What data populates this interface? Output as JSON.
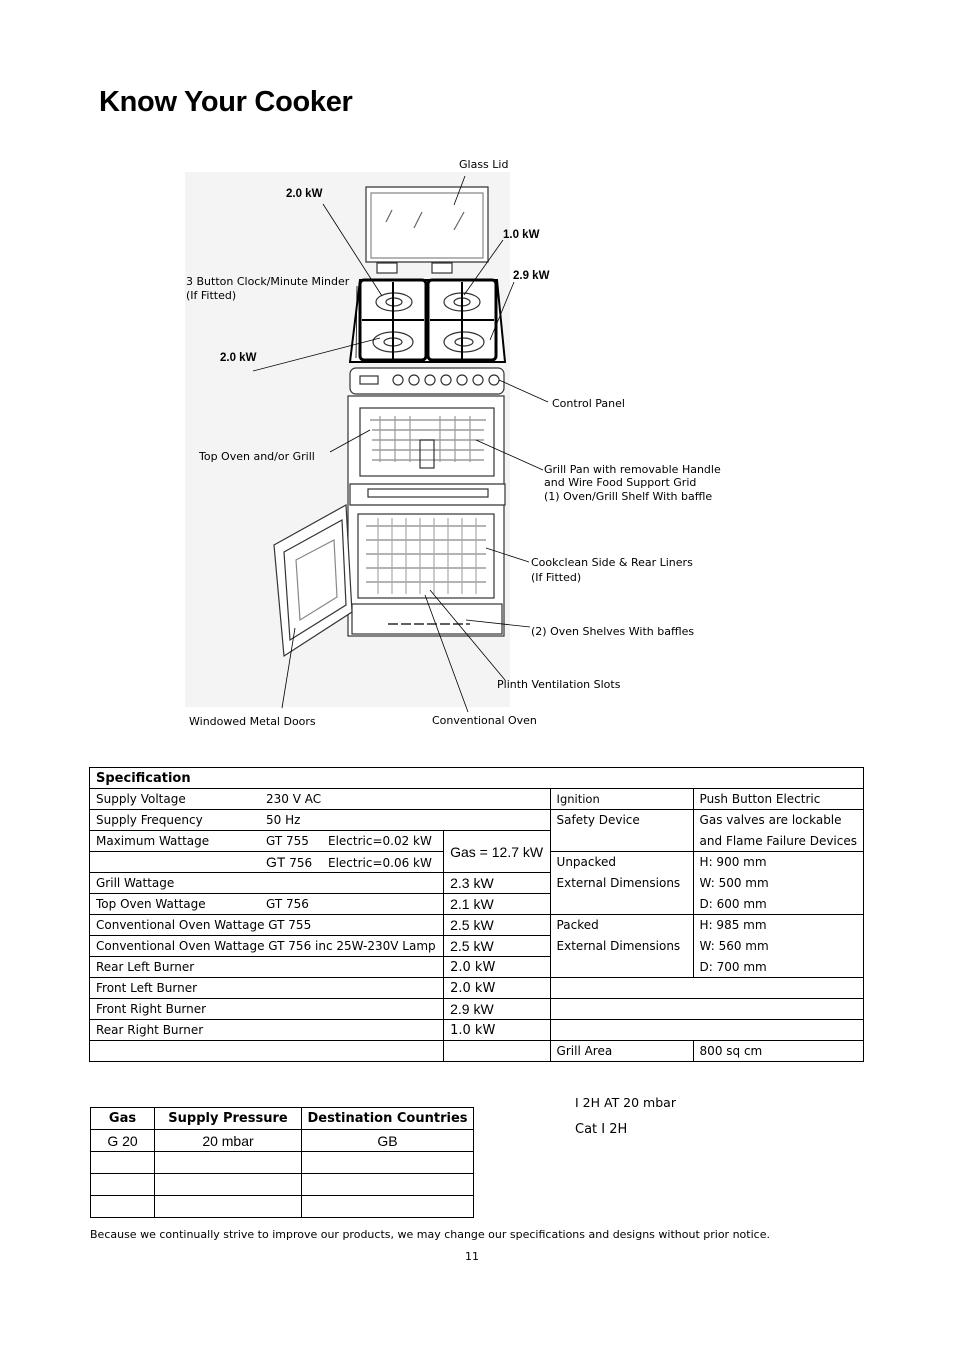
{
  "page": {
    "title": "Know Your Cooker",
    "page_number": "11",
    "footer": "Because we continually strive to improve our products, we may change our specifications and designs without prior notice."
  },
  "diagram": {
    "labels": {
      "glass_lid": "Glass Lid",
      "kw_top_left": "2.0 kW",
      "kw_rear_right": "1.0 kW",
      "kw_front_right": "2.9 kW",
      "clock_1": "3 Button Clock/Minute Minder",
      "clock_2": "(If Fitted)",
      "kw_front_left": "2.0 kW",
      "control_panel": "Control Panel",
      "top_oven": "Top Oven and/or Grill",
      "grill_pan_1": "Grill Pan with removable Handle",
      "grill_pan_2": "and Wire Food Support Grid",
      "grill_pan_3": "(1) Oven/Grill Shelf With baffle",
      "liners_1": "Cookclean Side & Rear Liners",
      "liners_2": "(If Fitted)",
      "shelves": "(2) Oven Shelves With baffles",
      "plinth": "Plinth Ventilation Slots",
      "doors": "Windowed Metal Doors",
      "conv_oven": "Conventional Oven"
    }
  },
  "spec": {
    "heading": "Specification",
    "supply_voltage": {
      "label": "Supply Voltage",
      "value": "230 V AC"
    },
    "supply_frequency": {
      "label": "Supply Frequency",
      "value": "50 Hz"
    },
    "max_wattage": {
      "label": "Maximum Wattage",
      "model1": "GT 755",
      "elec1": "Electric=0.02 kW",
      "model2_a": "GT",
      "model2_b": "756",
      "elec2": "Electric=0.06 kW",
      "gas": "Gas = 12.7 kW"
    },
    "grill_wattage": {
      "label": "Grill Wattage",
      "value": "2.3 kW"
    },
    "top_oven": {
      "label": "Top Oven Wattage",
      "model": "GT 756",
      "value": "2.1 kW"
    },
    "conv_755": {
      "label": "Conventional Oven Wattage GT 755",
      "value": "2.5 kW"
    },
    "conv_756": {
      "label": "Conventional Oven Wattage GT 756 inc 25W-230V Lamp",
      "value": "2.5 kW"
    },
    "rear_left": {
      "label": "Rear Left Burner",
      "value": "2.0 kW"
    },
    "front_left": {
      "label": "Front Left Burner",
      "value": "2.0 kW"
    },
    "front_right": {
      "label": "Front Right Burner",
      "value": "2.9 kW"
    },
    "rear_right": {
      "label": "Rear Right Burner",
      "value": "1.0 kW"
    },
    "ignition": {
      "label": "Ignition",
      "value": "Push Button Electric"
    },
    "safety": {
      "label": "Safety Device",
      "value1": "Gas valves are lockable",
      "value2": "and Flame Failure Devices"
    },
    "unpacked": {
      "label1": "Unpacked",
      "label2": "External Dimensions",
      "h": "H: 900 mm",
      "w": "W: 500 mm",
      "d": "D: 600 mm"
    },
    "packed": {
      "label1": "Packed",
      "label2": "External Dimensions",
      "h": "H: 985 mm",
      "w": "W: 560 mm",
      "d": "D: 700 mm"
    },
    "grill_area": {
      "label": "Grill Area",
      "value": "800 sq cm"
    }
  },
  "gas_table": {
    "headers": [
      "Gas",
      "Supply Pressure",
      "Destination Countries"
    ],
    "rows": [
      [
        "G 20",
        "20 mbar",
        "GB"
      ],
      [
        "",
        "",
        ""
      ],
      [
        "",
        "",
        ""
      ],
      [
        "",
        "",
        ""
      ]
    ]
  },
  "category": {
    "line1": "I 2H AT 20 mbar",
    "line2": "Cat I 2H"
  }
}
